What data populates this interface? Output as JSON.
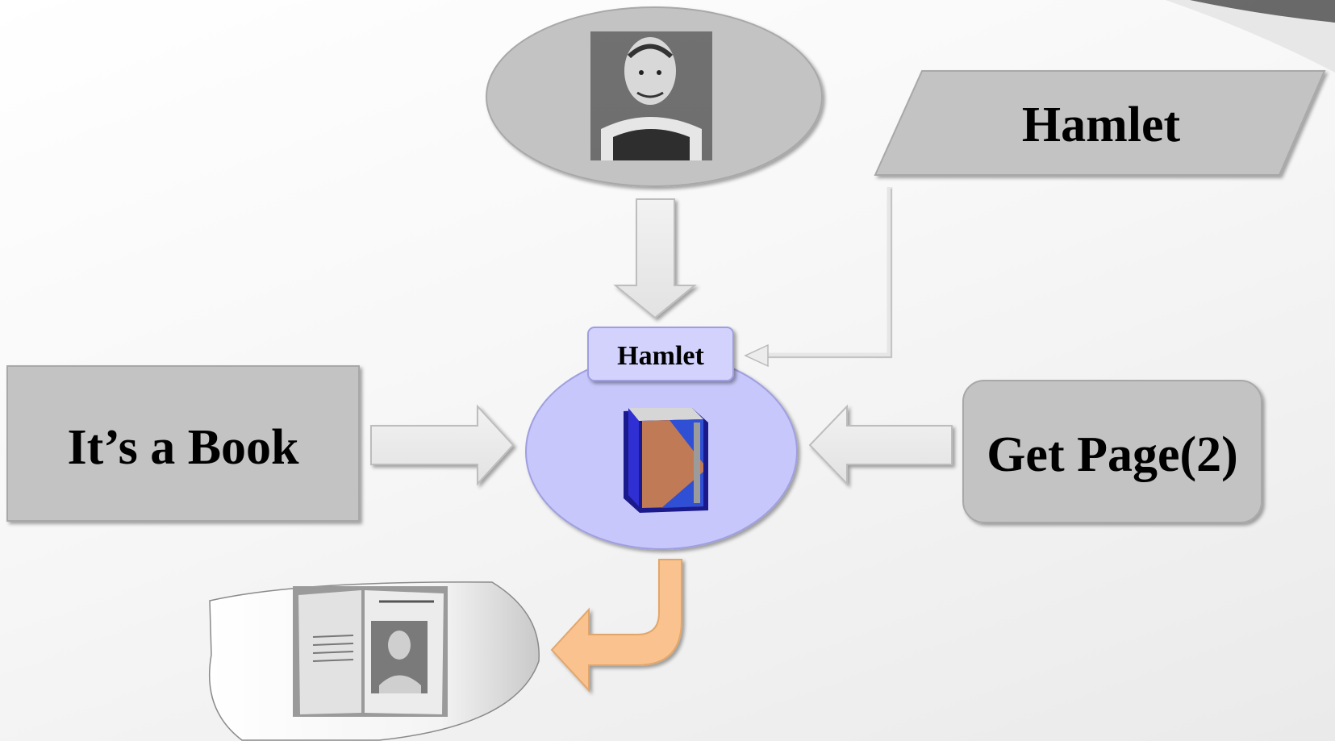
{
  "diagram": {
    "author_node": {
      "image": "william-shakespeare-portrait"
    },
    "title_node": {
      "label": "Hamlet"
    },
    "class_node": {
      "label": "It’s a Book"
    },
    "method_node": {
      "label": "Get Page(2)"
    },
    "object_node": {
      "tab_label": "Hamlet",
      "icon": "book-icon"
    },
    "result_node": {
      "image": "open-first-folio-book"
    }
  },
  "colors": {
    "node_gray": "#c3c3c3",
    "object_fill": "#c7c7fb",
    "tab_fill": "#d2d2fc",
    "arrow_light": "#ececec",
    "return_arrow": "#f9c28e"
  }
}
